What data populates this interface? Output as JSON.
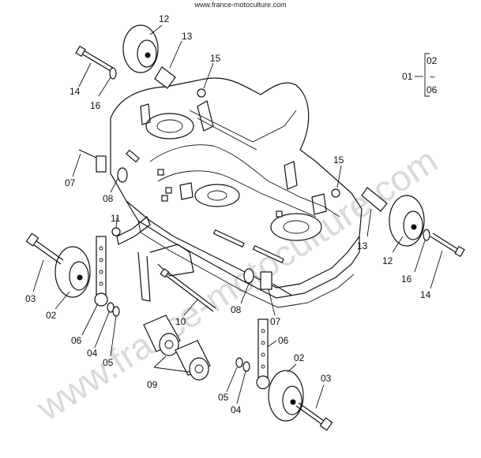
{
  "header": {
    "url": "www.france-motoculture.com"
  },
  "watermark": {
    "text": "www.france-motoculture.com"
  },
  "callouts": {
    "c12a": "12",
    "c13a": "13",
    "c15a": "15",
    "c14a": "14",
    "c16a": "16",
    "c07a": "07",
    "c08a": "08",
    "c11": "11",
    "c03a": "03",
    "c02a": "02",
    "c06a": "06",
    "c04a": "04",
    "c05a": "05",
    "c10": "10",
    "c09": "09",
    "c15b": "15",
    "c13b": "13",
    "c12b": "12",
    "c16b": "16",
    "c14b": "14",
    "c08b": "08",
    "c07b": "07",
    "c06b": "06",
    "c02b": "02",
    "c03b": "03",
    "c05b": "05",
    "c04b": "04"
  },
  "legend": {
    "group": "01",
    "from": "02",
    "tilde": "~",
    "to": "06"
  }
}
